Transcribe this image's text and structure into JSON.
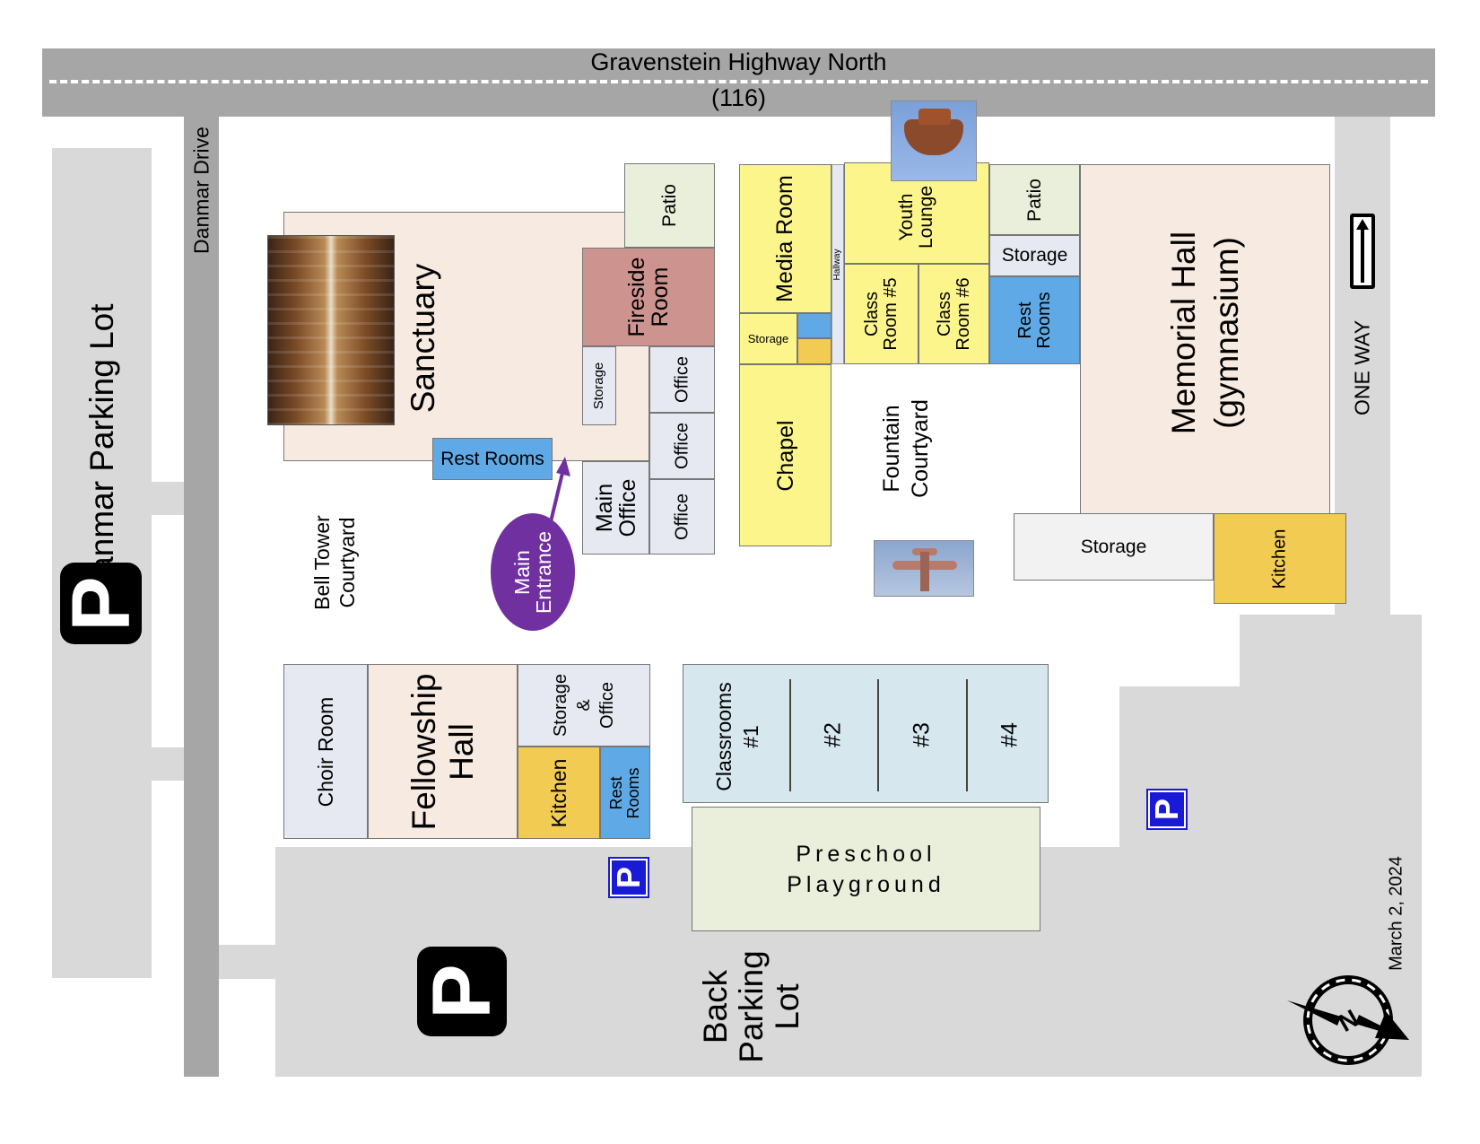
{
  "streets": {
    "highway_name": "Gravenstein Highway North",
    "highway_number": "(116)",
    "side_street": "Danmar Drive",
    "one_way": "ONE WAY"
  },
  "lots": {
    "danmar": "Danmar Parking Lot",
    "back": "Back\nParking\nLot",
    "parking_symbol": "P"
  },
  "rooms": {
    "sanctuary": "Sanctuary",
    "patio_west": "Patio",
    "fireside": "Fireside\nRoom",
    "storage_small": "Storage",
    "office_1": "Office",
    "office_2": "Office",
    "office_3": "Office",
    "main_office": "Main\nOffice",
    "rest_rooms_sanctuary": "Rest Rooms",
    "main_entrance": "Main\nEntrance",
    "bell_tower": "Bell Tower\nCourtyard",
    "media_room": "Media Room",
    "media_storage": "Storage",
    "hallway": "Hallway",
    "chapel": "Chapel",
    "youth_lounge": "Youth\nLounge",
    "class_5": "Class\nRoom #5",
    "class_6": "Class\nRoom #6",
    "patio_east": "Patio",
    "storage_east": "Storage",
    "rest_rooms_east": "Rest\nRooms",
    "memorial_hall": "Memorial Hall\n(gymnasium)",
    "fountain": "Fountain\nCourtyard",
    "storage_gym": "Storage",
    "kitchen_gym": "Kitchen",
    "choir_room": "Choir Room",
    "fellowship_hall": "Fellowship\nHall",
    "storage_office": "Storage\n&\nOffice",
    "kitchen_fellowship": "Kitchen",
    "rest_rooms_fellowship": "Rest\nRooms",
    "classrooms_1": "Classrooms\n#1",
    "classrooms_2": "#2",
    "classrooms_3": "#3",
    "classrooms_4": "#4",
    "preschool": "Preschool\nPlayground"
  },
  "date": "March 2, 2024",
  "compass_letter": "N",
  "colors": {
    "road": "#a6a6a6",
    "lot": "#d9d9d9",
    "sanctuary": "#f7ebe1",
    "yellow": "#fbf58c",
    "blue": "#5ea9e6",
    "light_blue": "#d6e7ee",
    "fireside": "#cd938e",
    "kitchen": "#f2cb52",
    "patio": "#e9efdb",
    "gray_room": "#e6e9f2",
    "purple": "#7030a0"
  }
}
